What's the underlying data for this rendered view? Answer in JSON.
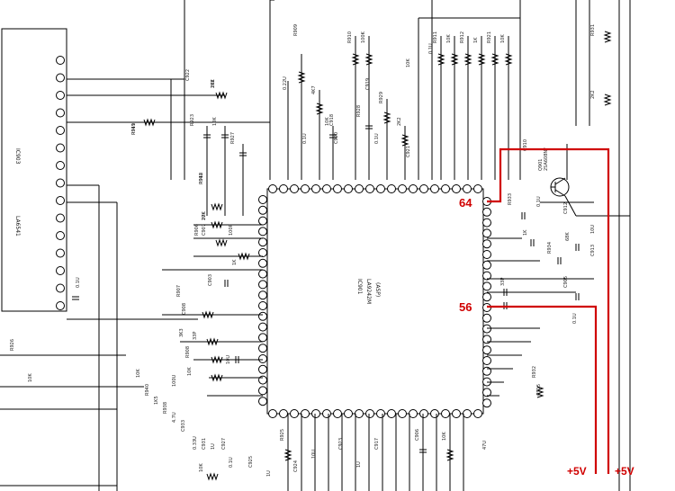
{
  "ic_main": {
    "ref": "IC901",
    "part": "LA9242M",
    "sub": "(ASP)"
  },
  "ic_left": {
    "ref": "IC903",
    "part": "LA6541"
  },
  "pin_labels": {
    "pin64": "64",
    "pin56": "56"
  },
  "power_labels": {
    "left": "+5V",
    "right": "+5V"
  },
  "transistor": {
    "ref": "Q901",
    "part": "2SA608NF"
  },
  "component_labels": [
    "R919",
    "2K2",
    "R918",
    "10K",
    "R906",
    "1K",
    "R907",
    "3K3",
    "R908",
    "10K",
    "R909",
    "4K7",
    "R910",
    "100K",
    "R911",
    "10K",
    "R912",
    "1K",
    "R921",
    "10K",
    "R929",
    "2K2",
    "R931",
    "2K2",
    "R932",
    "10K",
    "R925",
    "10K",
    "R926",
    "10K",
    "R923",
    "10K",
    "R927",
    "10K",
    "R928",
    "10K",
    "R933",
    "1K",
    "R934",
    "68K",
    "C903",
    "33P",
    "C905",
    "10U",
    "C906",
    "0.1U",
    "C907",
    "100P",
    "C908",
    "33P",
    "C910",
    "0.1U",
    "C912",
    "10U",
    "C913",
    "0.1U",
    "C915",
    "47U",
    "C917",
    "1U",
    "C918",
    "0.22U",
    "C919",
    "0.1U",
    "C920",
    "0.1U",
    "C921",
    "0.1U",
    "C922",
    "100U",
    "C923",
    "10U",
    "C924",
    "1U",
    "C925",
    "0.1U",
    "C927",
    "1U",
    "C931",
    "0.33U",
    "C933",
    "4.7U",
    "R938",
    "1K5",
    "R940",
    "10K",
    "R941",
    "10K",
    "R942",
    "27K"
  ],
  "colors": {
    "wire": "#000000",
    "highlight": "#d00000"
  }
}
